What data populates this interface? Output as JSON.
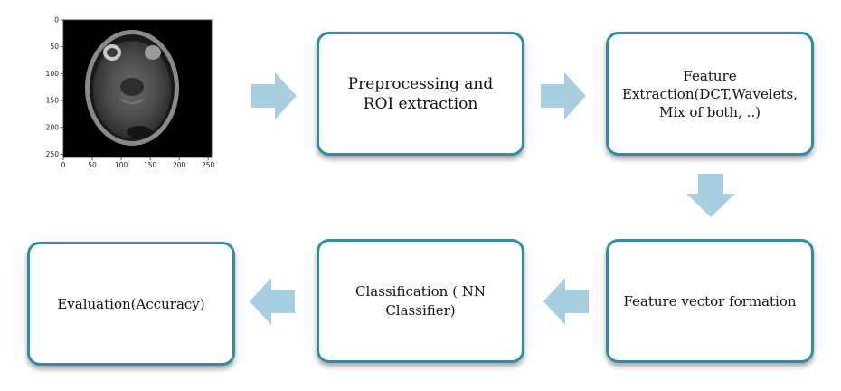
{
  "image": {
    "x_ticks": [
      "0",
      "50",
      "100",
      "150",
      "200",
      "250"
    ],
    "y_ticks": [
      "0",
      "50",
      "100",
      "150",
      "200",
      "250"
    ]
  },
  "boxes": {
    "preprocessing": {
      "lines": [
        "Preprocessing and",
        "ROI extraction"
      ]
    },
    "feature_extraction": {
      "lines": [
        "Feature",
        "Extraction(DCT,Wavelets,",
        "Mix of both, ..)"
      ]
    },
    "feature_vector": {
      "lines": [
        "Feature vector formation"
      ]
    },
    "classification": {
      "lines": [
        "Classification ( NN",
        "Classifier)"
      ]
    },
    "evaluation": {
      "lines": [
        "Evaluation(Accuracy)"
      ]
    }
  },
  "colors": {
    "box_border": "#2f8ea6",
    "arrow_fill": "#a8cfe0"
  }
}
